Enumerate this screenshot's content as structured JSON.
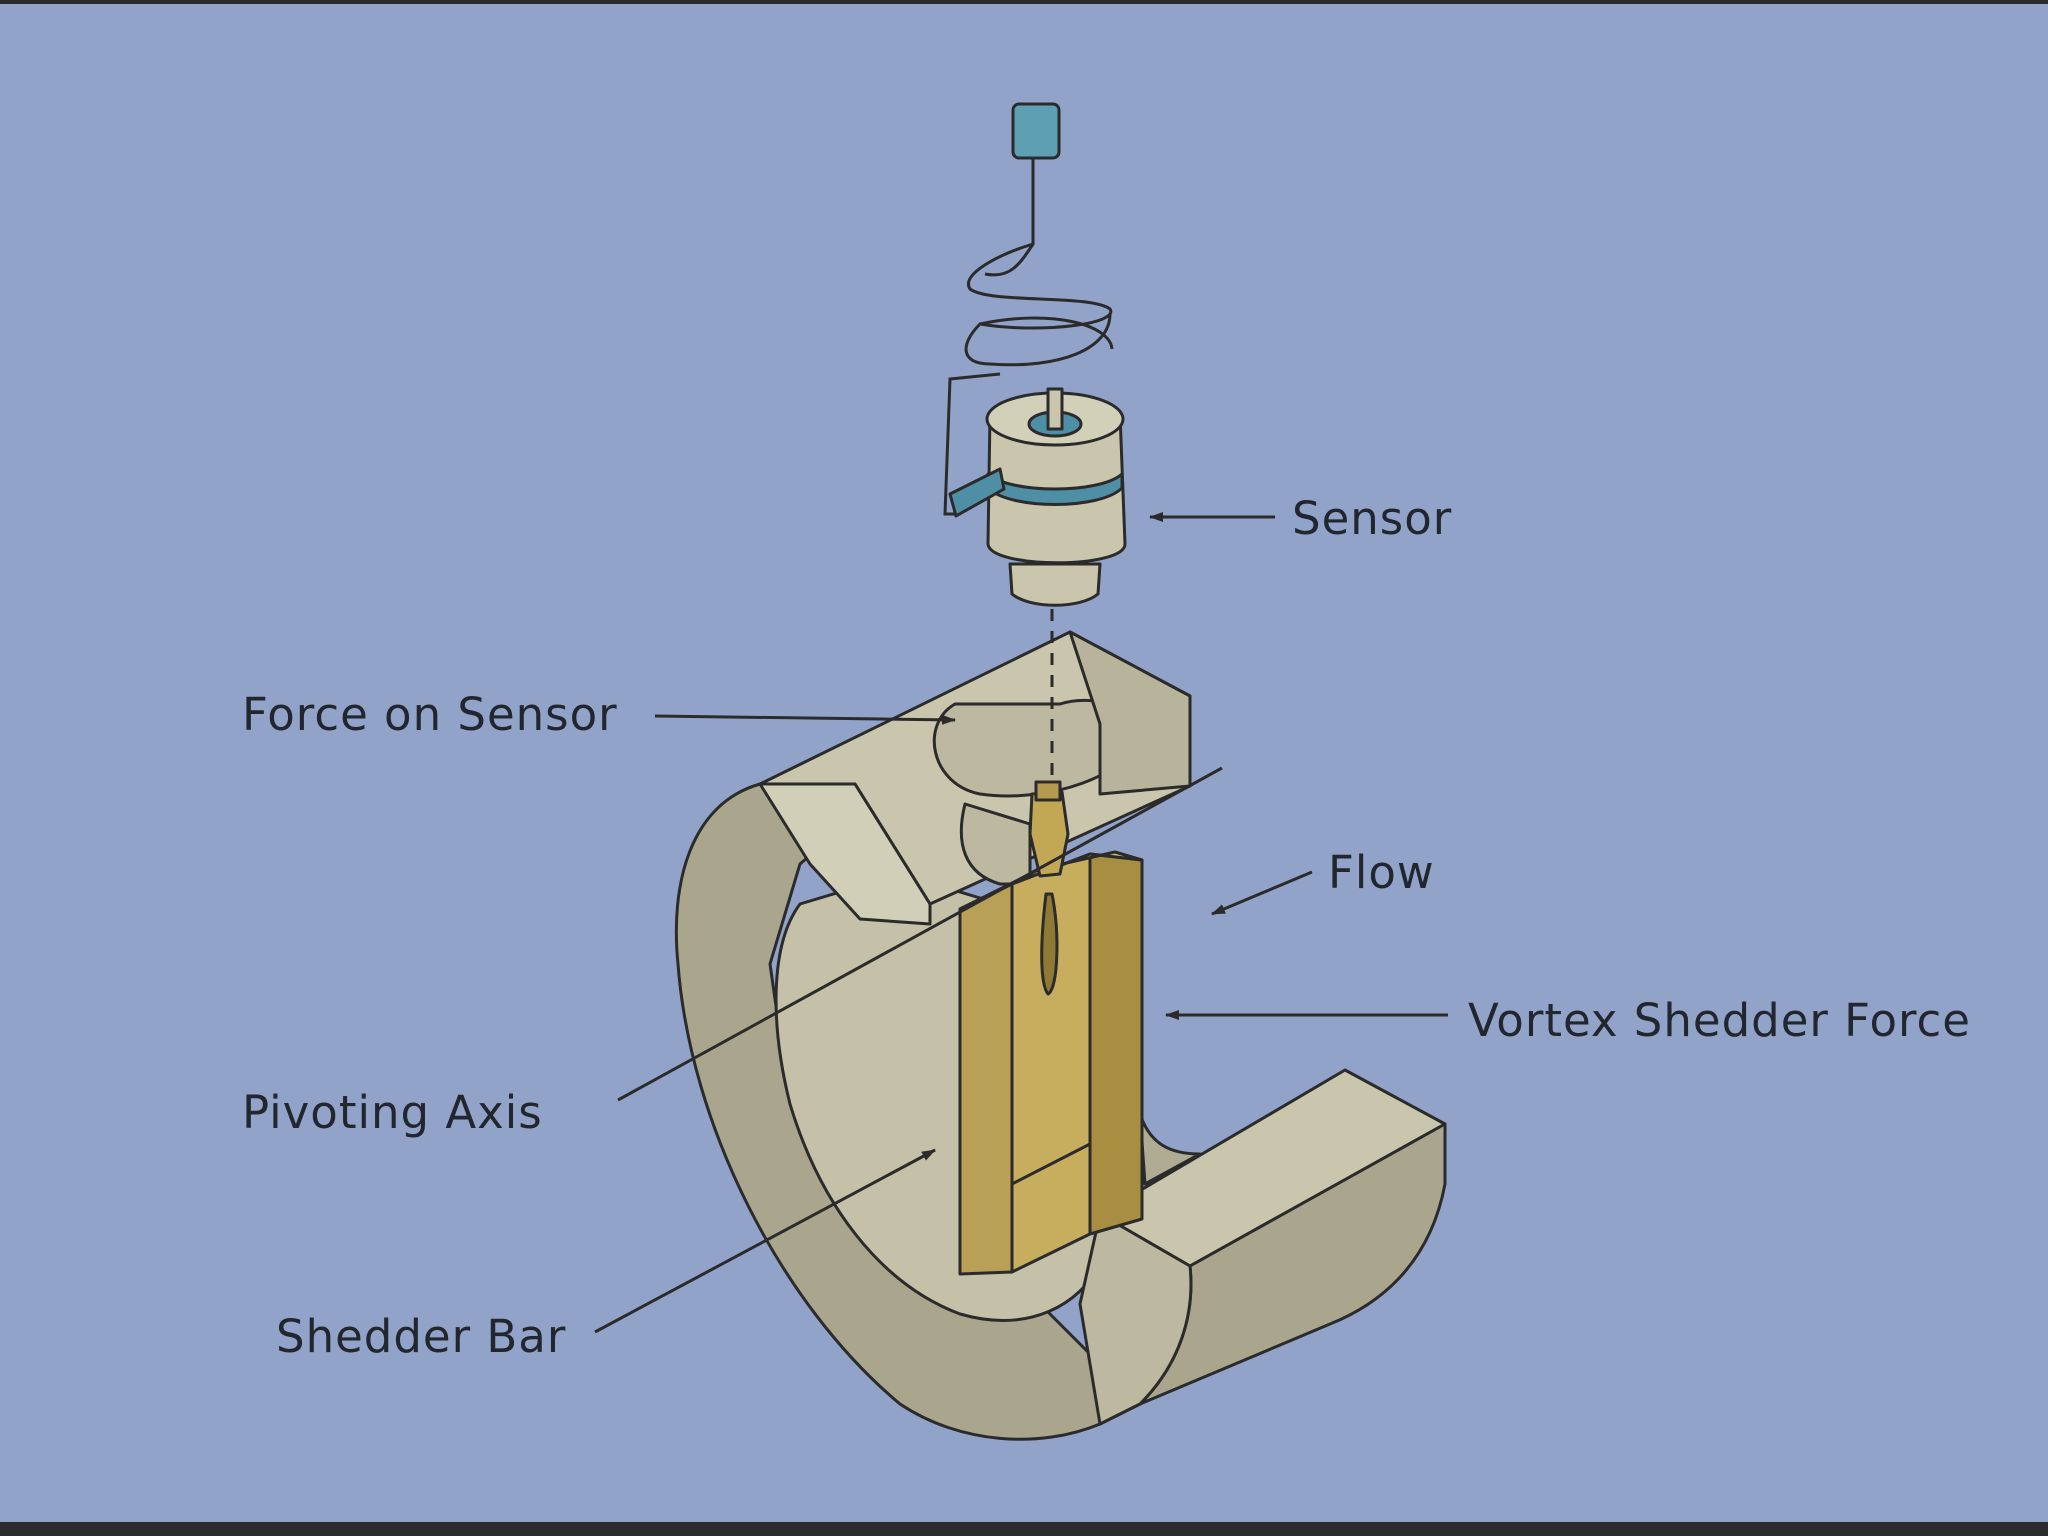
{
  "labels": {
    "sensor": "Sensor",
    "force_on_sensor": "Force on Sensor",
    "flow": "Flow",
    "vortex_shedder_force": "Vortex Shedder Force",
    "pivoting_axis": "Pivoting Axis",
    "shedder_bar": "Shedder Bar"
  },
  "colors": {
    "background": "#92a3c9",
    "frame": "#2c2c2e",
    "body_beige": "#c9c6ad",
    "body_shadow": "#aaa68e",
    "shedder_gold": "#b39a4e",
    "sensor_blue": "#4f8fa5",
    "outline": "#2b2b2b"
  }
}
